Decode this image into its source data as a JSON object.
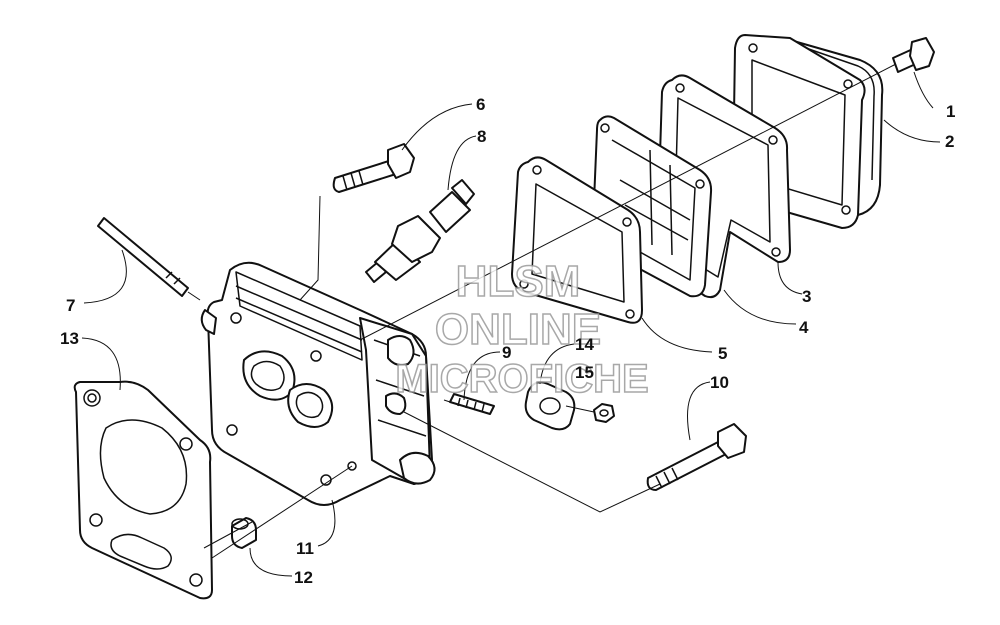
{
  "callouts": [
    {
      "number": "1"
    },
    {
      "number": "2"
    },
    {
      "number": "3"
    },
    {
      "number": "4"
    },
    {
      "number": "5"
    },
    {
      "number": "6"
    },
    {
      "number": "7"
    },
    {
      "number": "8"
    },
    {
      "number": "9"
    },
    {
      "number": "10"
    },
    {
      "number": "11"
    },
    {
      "number": "12"
    },
    {
      "number": "13"
    },
    {
      "number": "14"
    },
    {
      "number": "15"
    }
  ],
  "watermark": {
    "line1": "HLSM",
    "line2": "ONLINE",
    "line3": "MICROFICHE"
  },
  "colors": {
    "ink": "#111111",
    "background": "#ffffff",
    "watermark_outline": "#9a9a9a"
  }
}
